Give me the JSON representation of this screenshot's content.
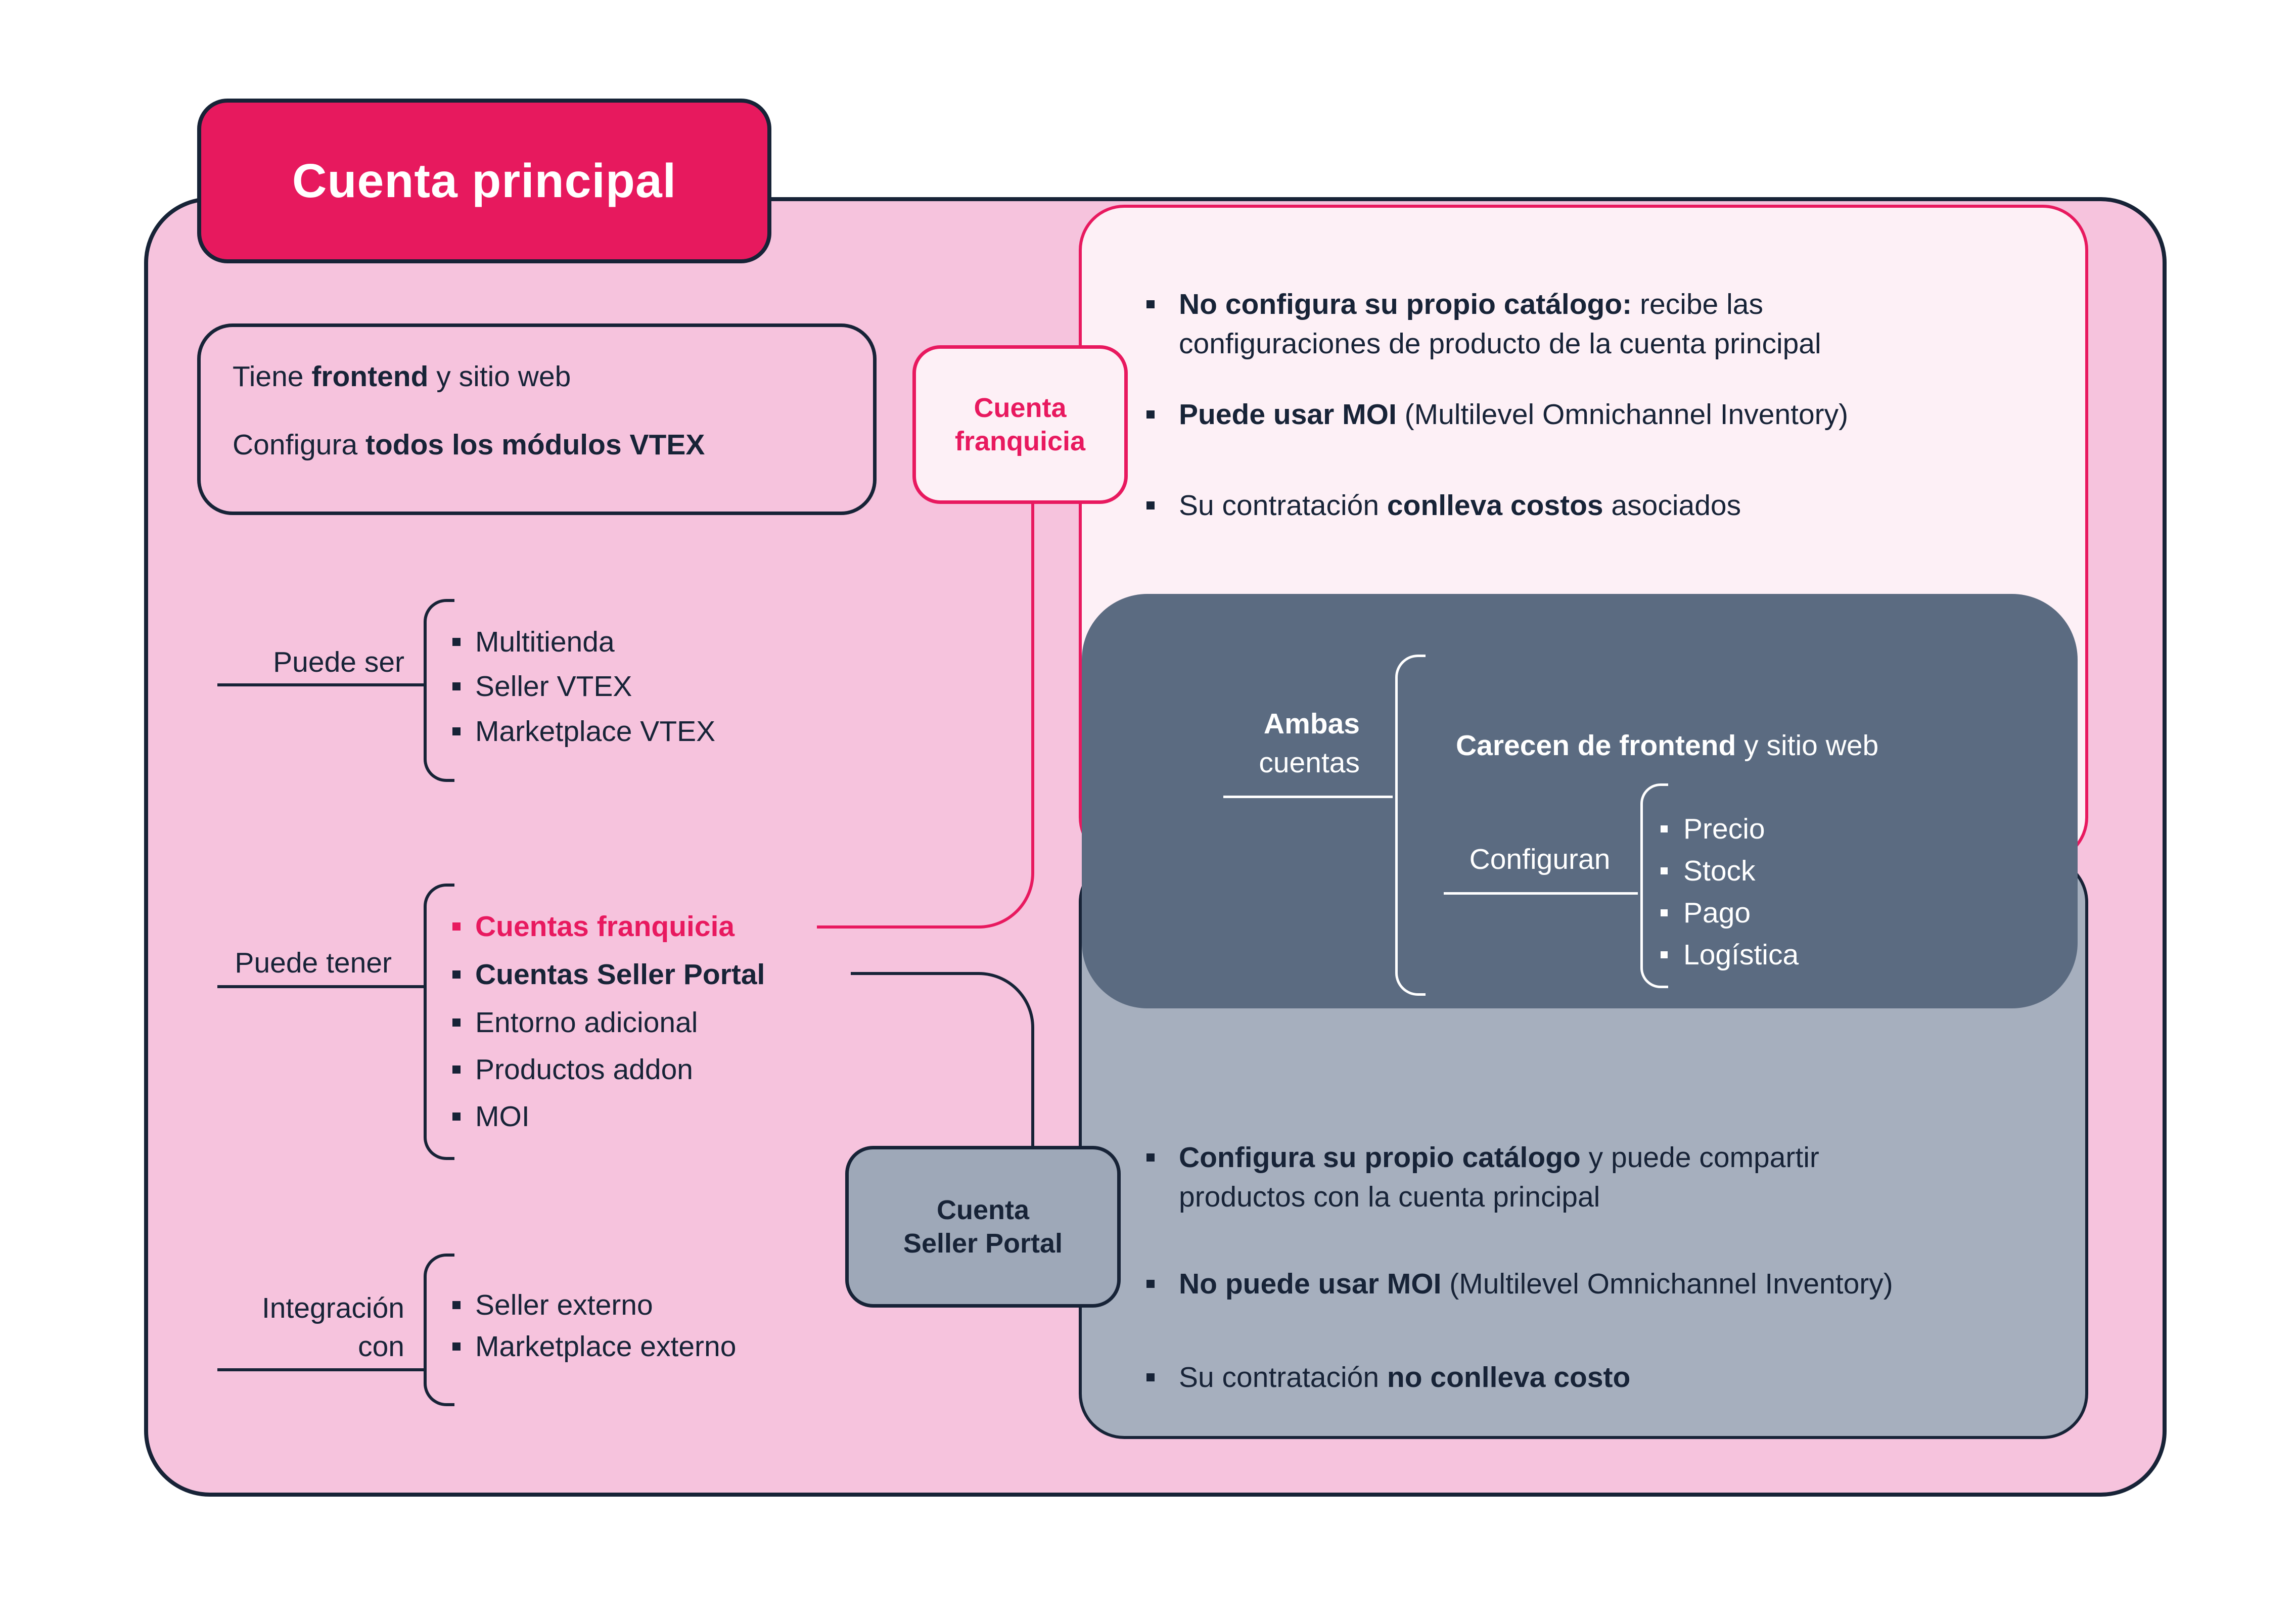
{
  "badge": {
    "label": "Cuenta principal"
  },
  "colors": {
    "accent_pink": "#E8195F",
    "navy": "#172337",
    "container_pink": "#F6C3DD",
    "panel_light_pink": "#FDF0F6",
    "panel_dark_slate": "#5B6B81",
    "panel_gray": "#A6AFBE",
    "seller_box_gray": "#9EA8B8"
  },
  "info_box": {
    "line1": {
      "pre": "Tiene ",
      "bold": "frontend",
      "post": " y sitio web"
    },
    "line2": {
      "pre": "Configura ",
      "bold": "todos los módulos VTEX",
      "post": ""
    }
  },
  "groups": {
    "puede_ser": {
      "label": "Puede ser",
      "items": [
        "Multitienda",
        "Seller VTEX",
        "Marketplace VTEX"
      ]
    },
    "puede_tener": {
      "label": "Puede tener",
      "items": [
        "Cuentas franquicia",
        "Cuentas Seller Portal",
        "Entorno adicional",
        "Productos addon",
        "MOI"
      ]
    },
    "integracion": {
      "label_line1": "Integración",
      "label_line2": "con",
      "items": [
        "Seller externo",
        "Marketplace externo"
      ]
    }
  },
  "franquicia_box": {
    "line1": "Cuenta",
    "line2": "franquicia"
  },
  "seller_portal_box": {
    "line1": "Cuenta",
    "line2": "Seller Portal"
  },
  "franquicia_panel": {
    "bullets": [
      {
        "pre": "",
        "bold": "No configura su propio catálogo:",
        "post": " recibe las\nconfiguraciones de producto de la cuenta principal"
      },
      {
        "pre": "",
        "bold": "Puede usar MOI",
        "post": " (Multilevel Omnichannel Inventory)"
      },
      {
        "pre": "Su contratación ",
        "bold": "conlleva costos",
        "post": " asociados"
      }
    ]
  },
  "ambas_section": {
    "label_bold": "Ambas",
    "label_regular": "cuentas",
    "headline": {
      "pre": "",
      "bold": "Carecen de frontend",
      "post": " y sitio web"
    },
    "configuran_label": "Configuran",
    "configuran_items": [
      "Precio",
      "Stock",
      "Pago",
      "Logística"
    ]
  },
  "seller_panel": {
    "bullets": [
      {
        "pre": "",
        "bold": "Configura su propio catálogo",
        "post": " y puede compartir\nproductos con la cuenta principal"
      },
      {
        "pre": "",
        "bold": "No puede usar MOI",
        "post": " (Multilevel Omnichannel Inventory)"
      },
      {
        "pre": "Su contratación ",
        "bold": "no conlleva costo",
        "post": ""
      }
    ]
  }
}
